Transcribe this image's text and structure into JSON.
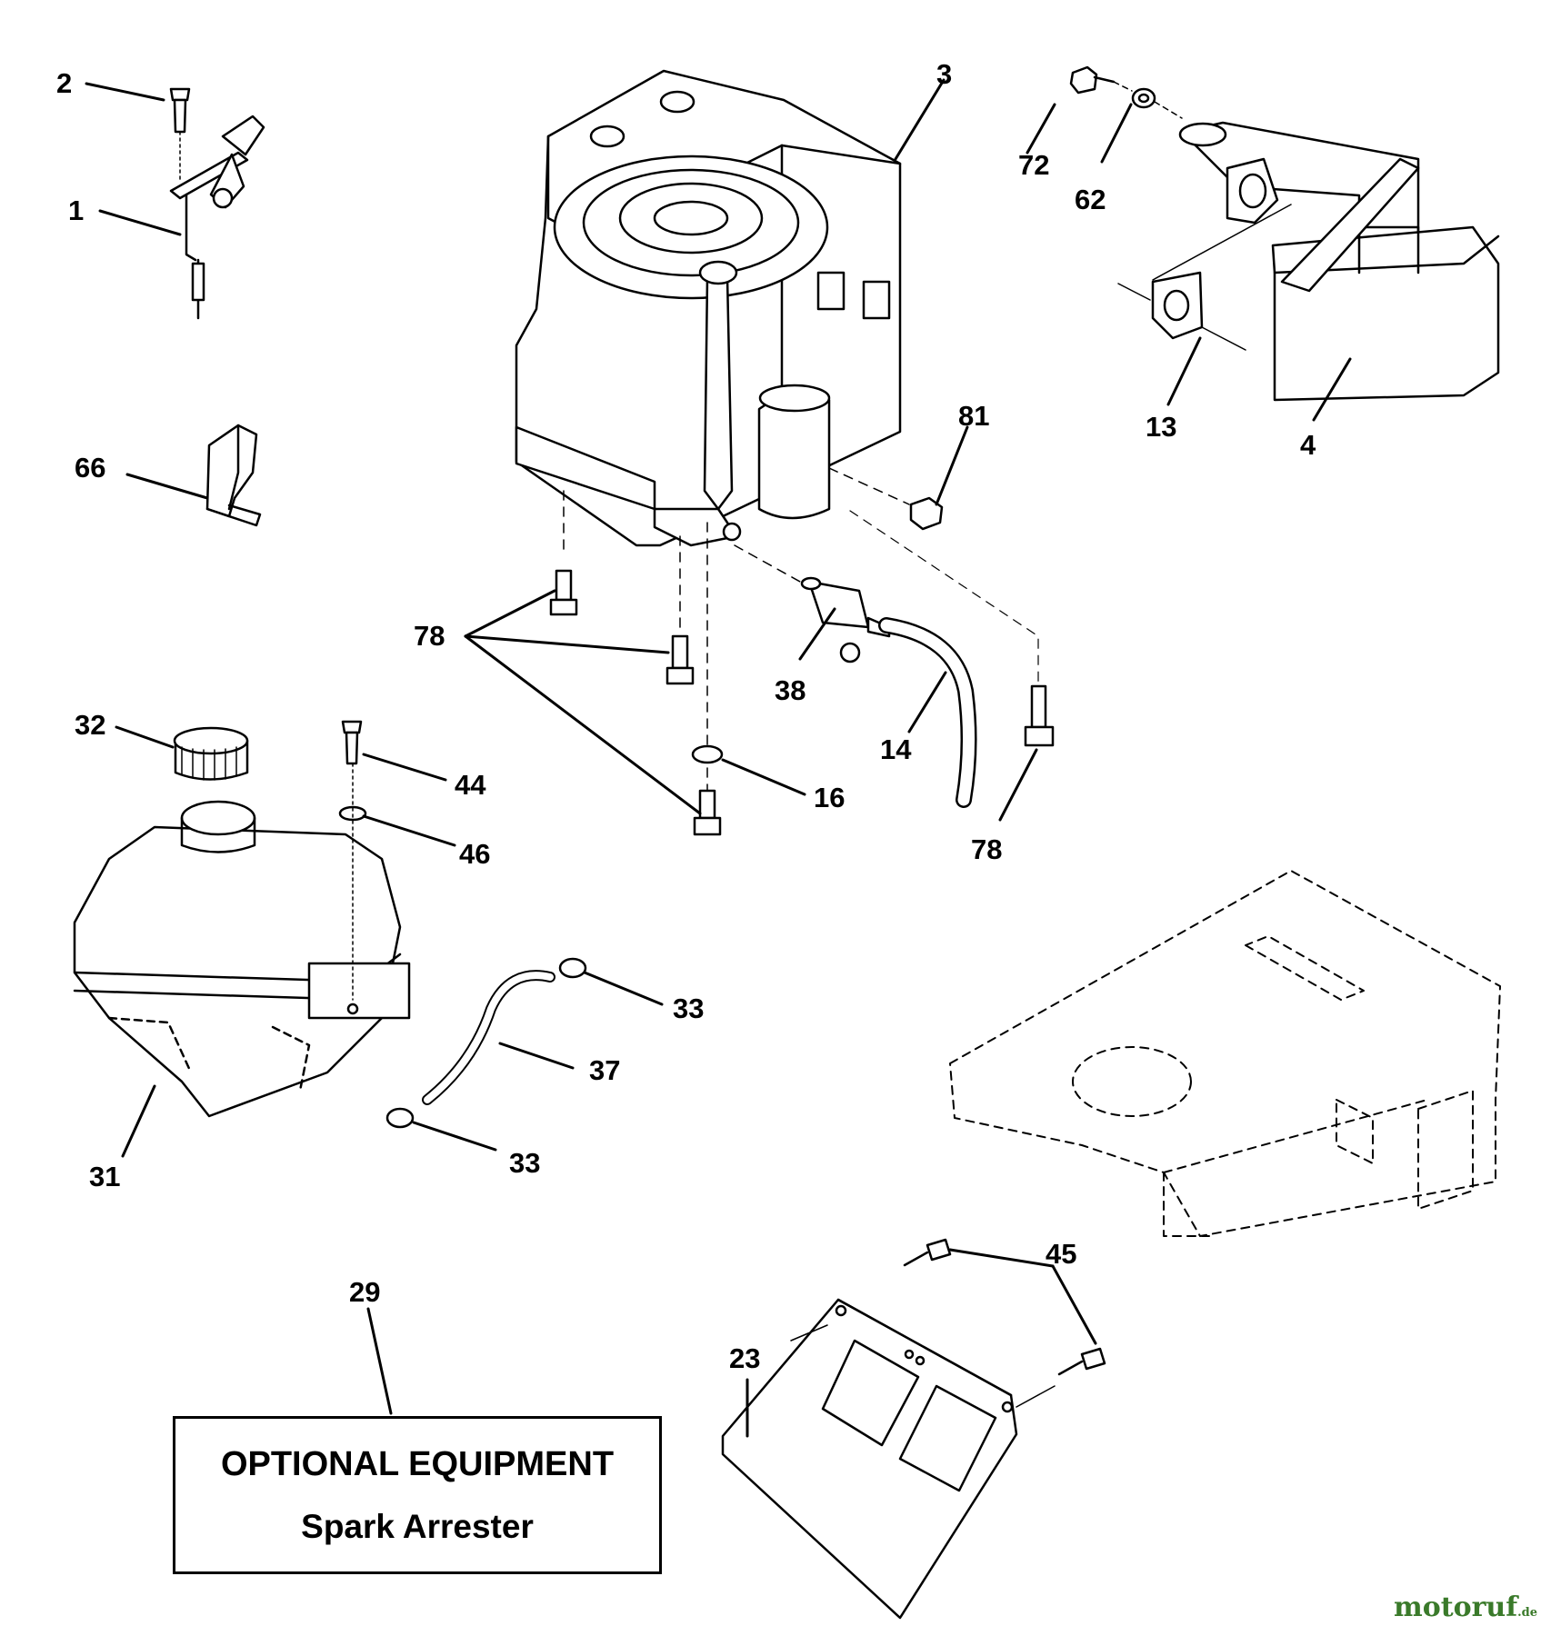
{
  "diagram": {
    "part_labels": [
      "1",
      "2",
      "3",
      "4",
      "13",
      "14",
      "16",
      "23",
      "29",
      "31",
      "32",
      "33",
      "37",
      "38",
      "44",
      "45",
      "46",
      "62",
      "66",
      "72",
      "78",
      "81"
    ],
    "parts": {
      "p1": "1",
      "p2": "2",
      "p3": "3",
      "p4": "4",
      "p13": "13",
      "p14": "14",
      "p16": "16",
      "p23": "23",
      "p29": "29",
      "p31": "31",
      "p32": "32",
      "p33a": "33",
      "p33b": "33",
      "p37": "37",
      "p38": "38",
      "p44": "44",
      "p45": "45",
      "p46": "46",
      "p62": "62",
      "p66": "66",
      "p72": "72",
      "p78a": "78",
      "p78b": "78",
      "p81": "81"
    },
    "optional_box": {
      "title": "OPTIONAL EQUIPMENT",
      "subtitle": "Spark Arrester"
    },
    "watermark": {
      "brand": "motoruf",
      "suffix": ".de"
    }
  },
  "colors": {
    "line": "#000000",
    "background": "#ffffff",
    "watermark": "#3a7a2a"
  }
}
